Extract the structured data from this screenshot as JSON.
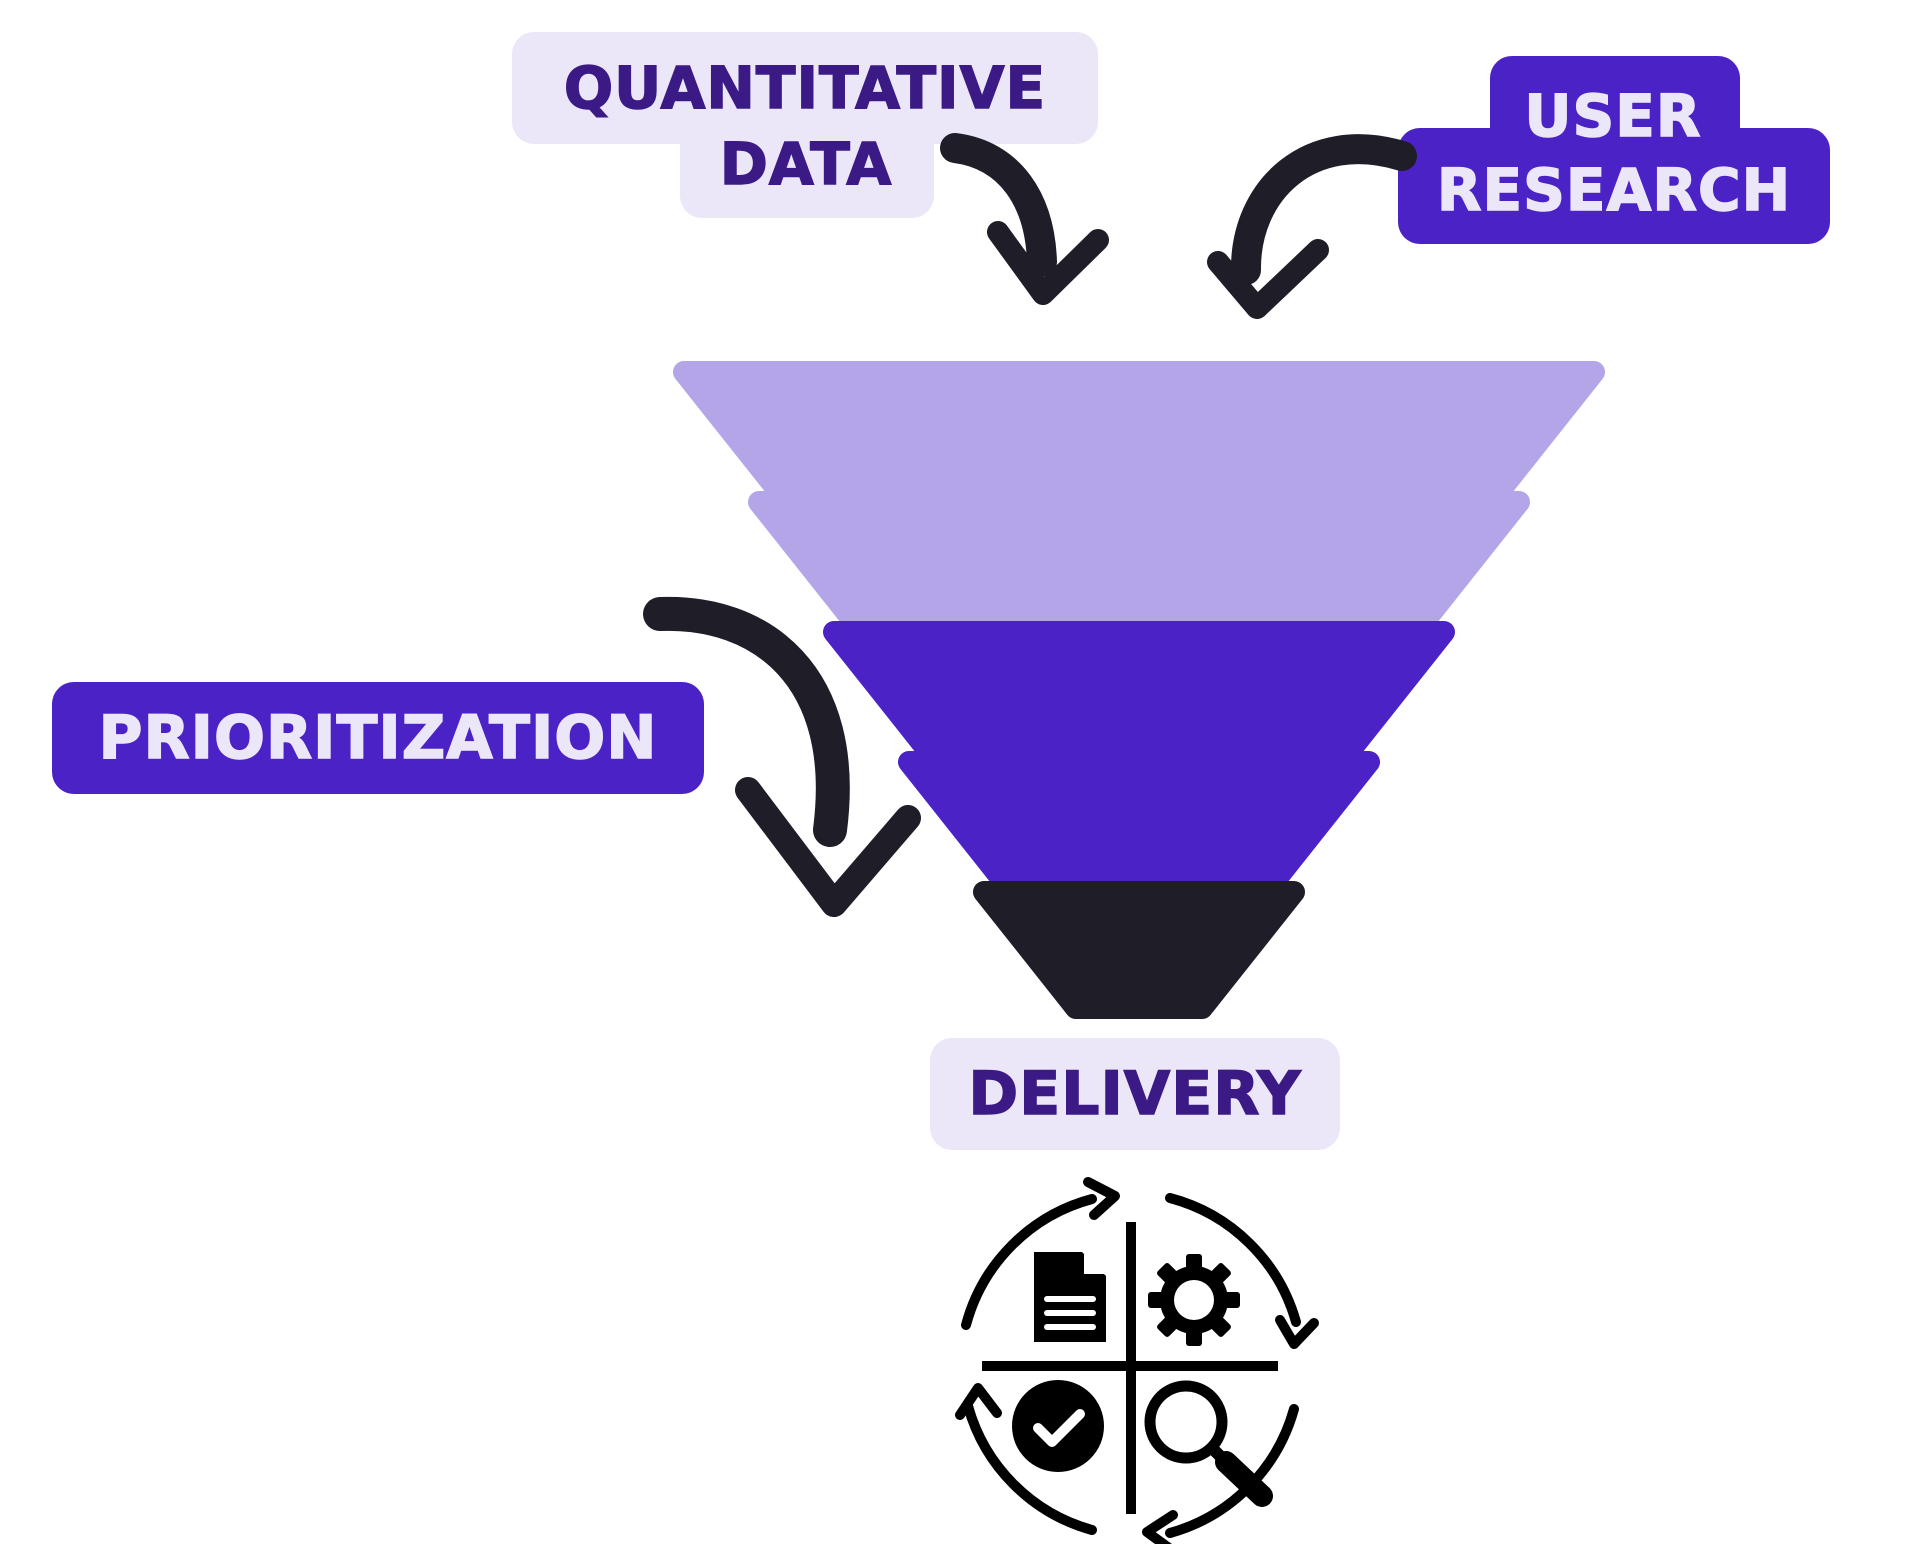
{
  "labels": {
    "quantitative_data": {
      "line1": "QUANTITATIVE",
      "line2": "DATA"
    },
    "user_research": {
      "line1": "USER",
      "line2": "RESEARCH"
    },
    "prioritization": "PRIORITIZATION",
    "delivery": "DELIVERY"
  },
  "funnel_stages": [
    {
      "color": "#b4a5e8"
    },
    {
      "color": "#b4a5e8"
    },
    {
      "color": "#4a22c6"
    },
    {
      "color": "#4a22c6"
    },
    {
      "color": "#1f1e28"
    }
  ],
  "icons": [
    "arrow-icon",
    "arrow-icon",
    "arrow-icon",
    "agile-cycle-icon",
    "document-icon",
    "gear-icon",
    "check-icon",
    "magnifier-icon"
  ],
  "colors": {
    "light_purple": "#b4a5e8",
    "purple": "#4a22c6",
    "dark": "#1f1e28",
    "lavender_bg": "#ece7f8",
    "dark_text": "#3b1a86"
  }
}
